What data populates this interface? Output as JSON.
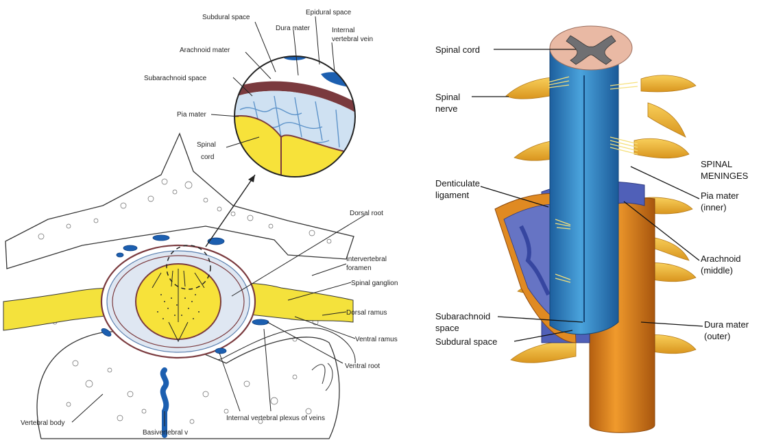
{
  "left_panel": {
    "labels": {
      "subdural_space": "Subdural space",
      "epidural_space": "Epidural space",
      "dura_mater": "Dura mater",
      "internal_vertebral_vein_1": "Internal",
      "internal_vertebral_vein_2": "vertebral vein",
      "arachnoid_mater": "Arachnoid mater",
      "subarachnoid_space": "Subarachnoid space",
      "pia_mater": "Pia mater",
      "spinal_cord_1": "Spinal",
      "spinal_cord_2": "cord",
      "dorsal_root": "Dorsal root",
      "intervertebral_foramen_1": "Intervertebral",
      "intervertebral_foramen_2": "foramen",
      "spinal_ganglion": "Spinal ganglion",
      "dorsal_ramus": "Dorsal ramus",
      "ventral_ramus": "Ventral ramus",
      "ventral_root": "Ventral root",
      "vertebral_body": "Vertebral body",
      "internal_vertebral_plexus": "Internal vertebral plexus of veins",
      "basivertebral_vein": "Basivertebral v"
    }
  },
  "right_panel": {
    "labels": {
      "spinal_cord": "Spinal cord",
      "spinal_nerve_1": "Spinal",
      "spinal_nerve_2": "nerve",
      "spinal_meninges_1": "SPINAL",
      "spinal_meninges_2": "MENINGES",
      "pia_mater_1": "Pia mater",
      "pia_mater_2": "(inner)",
      "denticulate_ligament_1": "Denticulate",
      "denticulate_ligament_2": "ligament",
      "arachnoid_1": "Arachnoid",
      "arachnoid_2": "(middle)",
      "subarachnoid_space_1": "Subarachnoid",
      "subarachnoid_space_2": "space",
      "subdural_space": "Subdural space",
      "dura_mater_1": "Dura mater",
      "dura_mater_2": "(outer)"
    }
  },
  "colors": {
    "cord_yellow": "#f7e23a",
    "nerve_yellow": "#f2d21c",
    "dura_brown": "#7a3a3e",
    "vein_blue": "#1c5fb0",
    "pia_blue": "#2e8bc9",
    "dura_orange": "#e08a22",
    "arachnoid_purple": "#5060b8",
    "cord_pink": "#e9b9a4",
    "nerve_orange": "#f0b53a"
  }
}
